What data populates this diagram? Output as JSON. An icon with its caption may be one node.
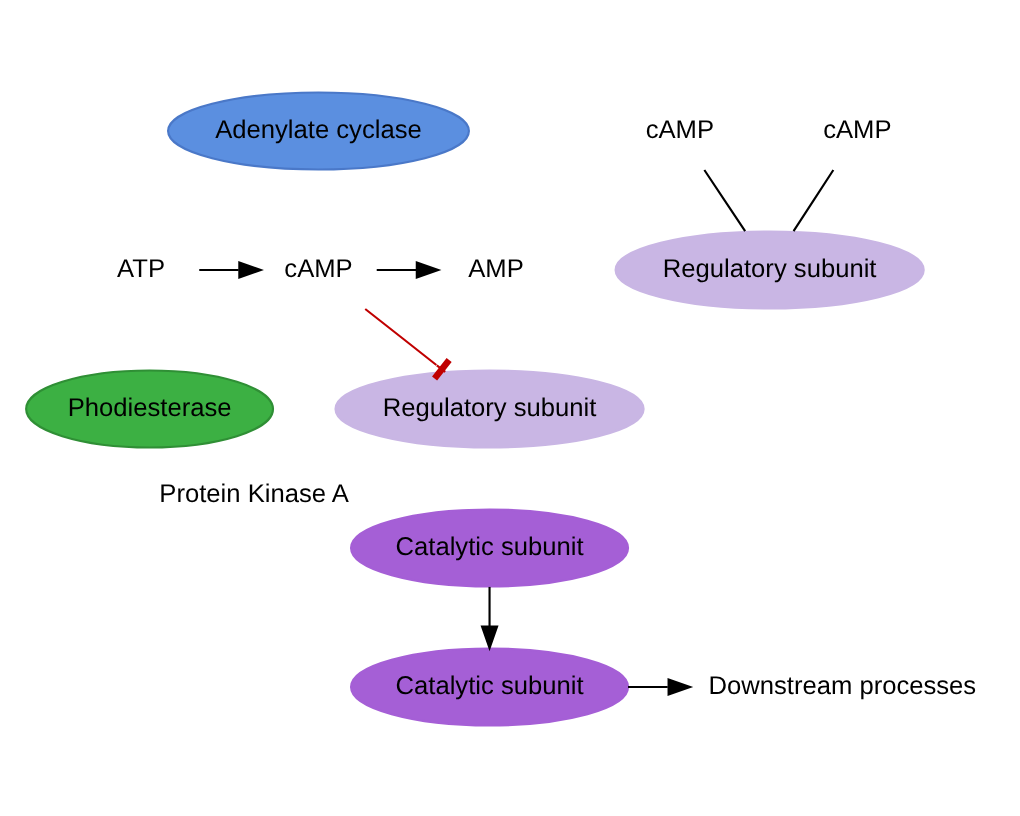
{
  "diagram": {
    "nodes": [
      {
        "text": [
          "Adenylate cyclase"
        ]
      },
      {
        "text": [
          "ATP"
        ]
      },
      {
        "text": [
          "cAMP"
        ]
      },
      {
        "text": [
          "AMP"
        ]
      },
      {
        "text": [
          "Phodiesterase"
        ]
      },
      {
        "text": [
          "Regulatory subunit"
        ]
      },
      {
        "text": [
          "Catalytic subunit"
        ],
        "beside": [
          "Protein Kinase A"
        ]
      },
      {
        "text": [
          "cAMP"
        ]
      },
      {
        "text": [
          "cAMP"
        ]
      },
      {
        "text": [
          "Regulatory subunit"
        ]
      },
      {
        "text": [
          "Catalytic subunit"
        ]
      },
      {
        "text": [
          "Downstream processes"
        ]
      }
    ],
    "edges": [
      {
        "from": 1,
        "to": 2,
        "arrow": "to"
      },
      {
        "from": 2,
        "to": 3,
        "arrow": "to"
      },
      {
        "from": 2,
        "to": 5,
        "arrow": "other",
        "color": "#c00000"
      },
      {
        "from": 7,
        "to": 9,
        "arrow": "none"
      },
      {
        "from": 8,
        "to": 9,
        "arrow": "none"
      },
      {
        "from": 6,
        "to": 10,
        "arrow": "to"
      },
      {
        "from": 10,
        "to": 11,
        "arrow": "to"
      }
    ]
  }
}
